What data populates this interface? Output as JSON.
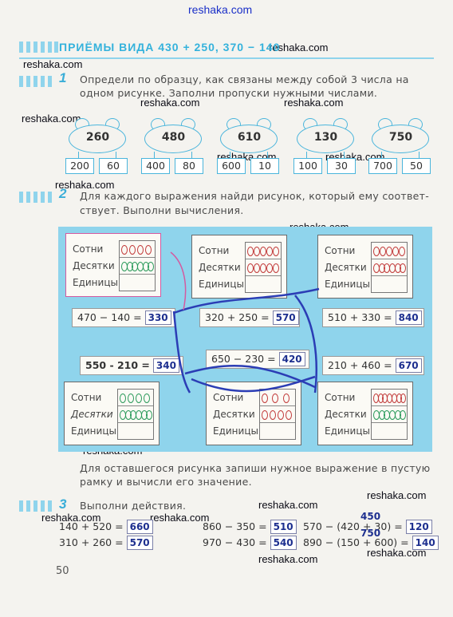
{
  "watermark": "reshaka.com",
  "title": "ПРИЁМЫ  ВИДА  430 + 250,  370 − 140",
  "task1": {
    "number": "1",
    "text_line1": "Определи по образцу, как связаны между собой 3 числа на",
    "text_line2": "одном рисунке. Заполни пропуски нужными числами.",
    "frogs": [
      {
        "total": "260",
        "a": "200",
        "b": "60"
      },
      {
        "total": "480",
        "a": "400",
        "b": "80"
      },
      {
        "total": "610",
        "a": "600",
        "b": "10"
      },
      {
        "total": "130",
        "a": "100",
        "b": "30"
      },
      {
        "total": "750",
        "a": "700",
        "b": "50"
      }
    ]
  },
  "task2": {
    "number": "2",
    "text_line1": "Для каждого выражения найди рисунок, который ему соответ-",
    "text_line2": "ствует. Выполни вычисления.",
    "row_labels": [
      "Сотни",
      "Десятки",
      "Единицы"
    ],
    "expressions": [
      {
        "expr": "470 − 140 =",
        "answer": "330"
      },
      {
        "expr": "320 + 250 =",
        "answer": "570"
      },
      {
        "expr": "510 + 330 =",
        "answer": "840"
      },
      {
        "expr": "550 - 210 =",
        "answer": "340"
      },
      {
        "expr": "650 − 230 =",
        "answer": "420"
      },
      {
        "expr": "210 + 460 =",
        "answer": "670"
      }
    ],
    "footer_line1": "Для оставшегося рисунка запиши нужное выражение в пустую",
    "footer_line2": "рамку и вычисли его значение."
  },
  "task3": {
    "number": "3",
    "text": "Выполни действия.",
    "col1": [
      {
        "expr": "140 + 520 =",
        "answer": "660"
      },
      {
        "expr": "310 + 260 =",
        "answer": "570"
      }
    ],
    "col2": [
      {
        "expr": "860 − 350 =",
        "answer": "510"
      },
      {
        "expr": "970 − 430 =",
        "answer": "540"
      }
    ],
    "col3": [
      {
        "expr": "570 − (420 + 30) =",
        "answer": "120",
        "note": "450"
      },
      {
        "expr": "890 − (150 + 600) =",
        "answer": "140",
        "note": "750"
      }
    ]
  },
  "page_number": "50",
  "colors": {
    "accent": "#34b2dc",
    "panel": "#8fd4ec",
    "ink": "#1d2f8f",
    "red_bead": "#c23a3a",
    "green_bead": "#2a9a5a"
  }
}
